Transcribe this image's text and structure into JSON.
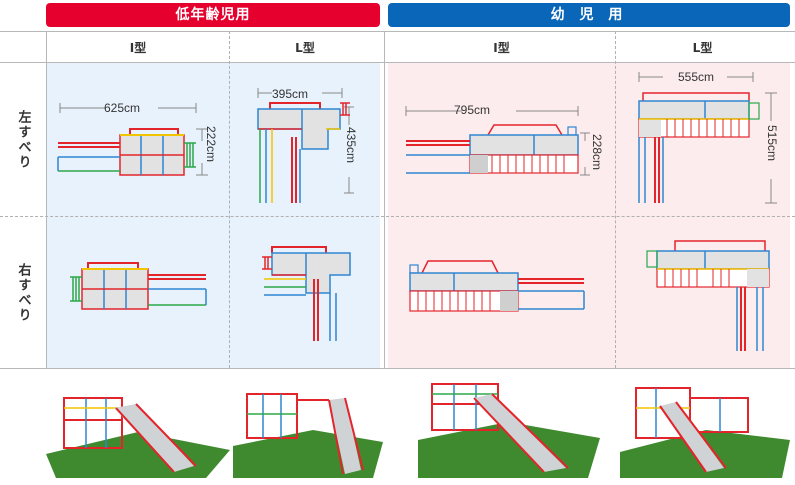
{
  "headers": {
    "toddler": "低年齢児用",
    "preschool": "幼 児 用"
  },
  "columns": [
    "I型",
    "L型",
    "I型",
    "L型"
  ],
  "rows": {
    "left": "左すべり",
    "right": "右すべり"
  },
  "dimensions": {
    "t_i_width": "625cm",
    "t_i_depth": "222cm",
    "t_l_width": "395cm",
    "t_l_depth": "435cm",
    "p_i_width": "795cm",
    "p_i_depth": "228cm",
    "p_l_width": "555cm",
    "p_l_depth": "515cm"
  },
  "colors": {
    "toddler_header": "#e5002d",
    "preschool_header": "#0a66b9",
    "toddler_bg": "#e8f2fc",
    "preschool_bg": "#fdecee",
    "frame_red": "#e3242b",
    "frame_blue": "#2f86d1",
    "frame_yellow": "#f2c400",
    "frame_green": "#2ba84a",
    "deck_gray": "#e2e2e2",
    "grass_green": "#3f8a2f"
  }
}
